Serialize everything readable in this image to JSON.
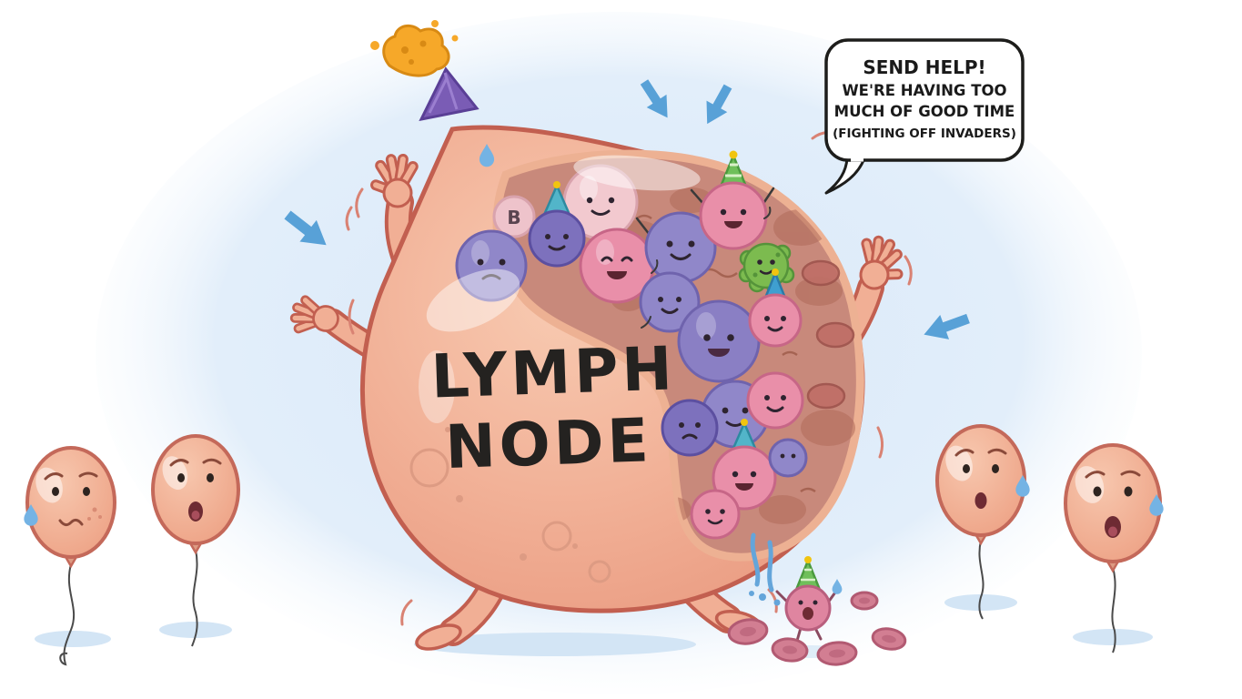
{
  "illustration": {
    "title_line1": "LYMPH",
    "title_line2": "NODE",
    "b_cell_label": "B",
    "speech_bubble": {
      "line1": "SEND HELP!",
      "line2": "WE'RE HAVING TOO",
      "line3": "MUCH OF GOOD TIME",
      "line4": "(FIGHTING OFF INVADERS)"
    },
    "palette": {
      "background_wash": "#dcebf8",
      "node_fill": "#f1af95",
      "node_outline": "#c25f50",
      "interior_fill": "#c8897b",
      "purple_cell": "#9087c9",
      "pink_cell": "#e98fa9",
      "germ_green": "#7cbb4f",
      "arrow_blue": "#58a1d7",
      "popper_purple": "#7a5cb5",
      "splash_orange": "#f6a829"
    }
  }
}
